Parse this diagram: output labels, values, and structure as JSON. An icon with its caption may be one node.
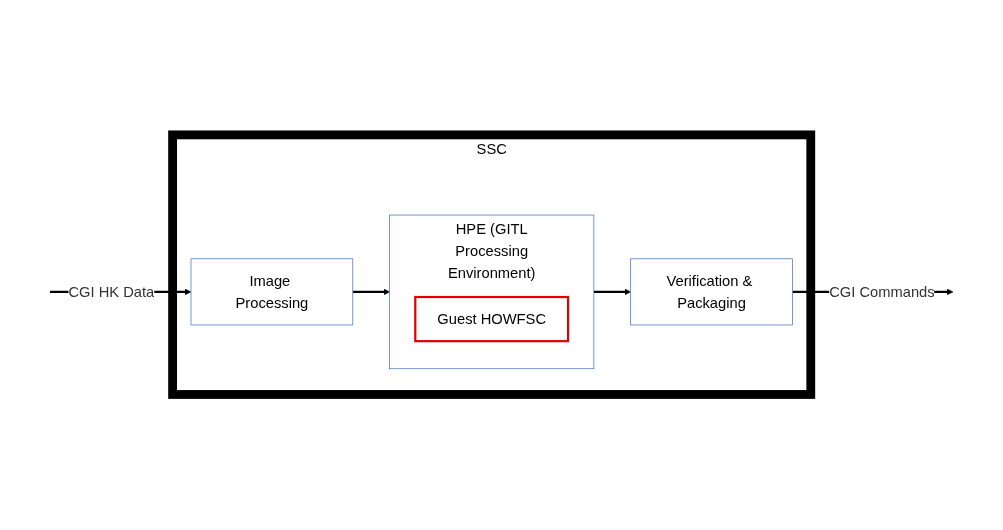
{
  "diagram": {
    "nodes": [
      {
        "text": [
          "SSC"
        ]
      },
      {
        "text": [
          "Image Processing"
        ],
        "in": 0
      },
      {
        "text": [
          "HPE (GITL Processing Environment)"
        ],
        "in": 0
      },
      {
        "text": [
          "Guest HOWFSC"
        ],
        "in": 2
      },
      {
        "text": [
          "Verification & Packaging"
        ],
        "in": 0
      }
    ],
    "edges": [
      {
        "from": null,
        "to": 1,
        "arrow": "to",
        "label": "CGI HK Data"
      },
      {
        "from": 1,
        "to": 2,
        "arrow": "to"
      },
      {
        "from": 2,
        "to": 4,
        "arrow": "to"
      },
      {
        "from": 4,
        "to": null,
        "arrow": "to",
        "label": "CGI Commands"
      }
    ]
  }
}
